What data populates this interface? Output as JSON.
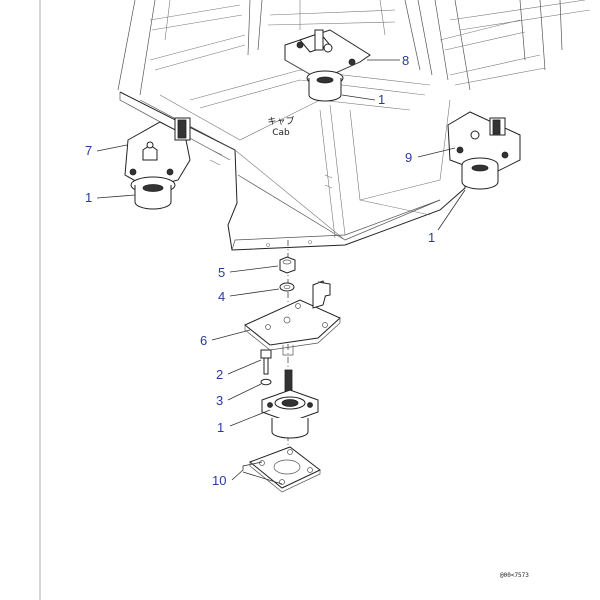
{
  "diagram": {
    "cab_label_jp": "キャブ",
    "cab_label_en": "Cab",
    "drawing_code": "@00<7573",
    "callouts": {
      "c1_top": "1",
      "c1_left": "1",
      "c1_right": "1",
      "c1_bottom": "1",
      "c2": "2",
      "c3": "3",
      "c4": "4",
      "c5": "5",
      "c6": "6",
      "c7": "7",
      "c8": "8",
      "c9": "9",
      "c10": "10"
    },
    "colors": {
      "callout": "#2a3a9a",
      "line": "#222222",
      "background": "#ffffff"
    }
  }
}
